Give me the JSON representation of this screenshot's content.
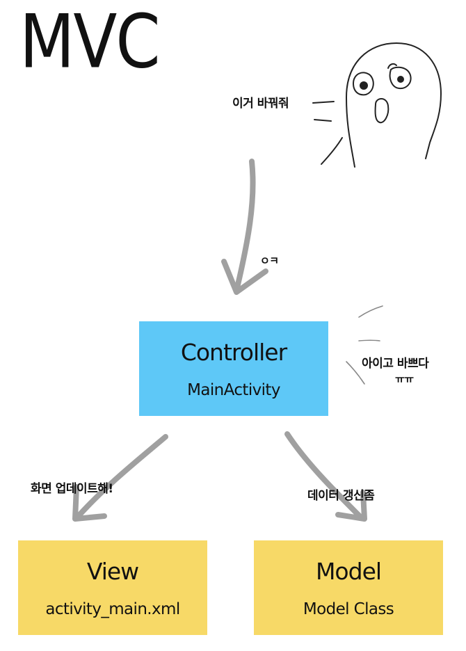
{
  "title": "MVC",
  "notes": {
    "request": "이거 바꿔줘",
    "ok": "ㅇㅋ",
    "busy_line1": "아이고 바쁘다",
    "busy_line2": "ㅠㅠ",
    "update_view": "화면 업데이트해!",
    "update_data": "데이터 갱신좀"
  },
  "boxes": {
    "controller": {
      "title": "Controller",
      "subtitle": "MainActivity",
      "color": "#5ec8f7"
    },
    "view": {
      "title": "View",
      "subtitle": "activity_main.xml",
      "color": "#f7d967"
    },
    "model": {
      "title": "Model",
      "subtitle": "Model Class",
      "color": "#f7d967"
    }
  },
  "colors": {
    "arrow": "#a0a0a0",
    "sketch": "#222222"
  }
}
